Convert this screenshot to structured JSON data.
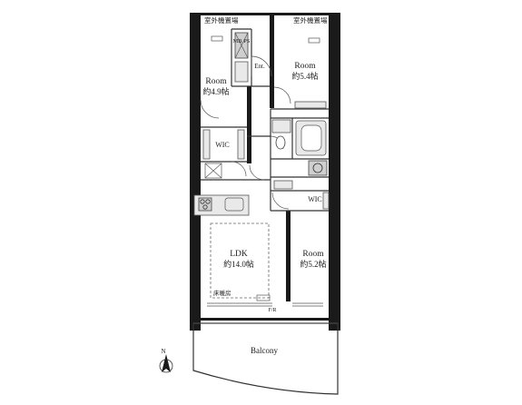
{
  "labels": {
    "outdoor_unit_left": "室外機置場",
    "outdoor_unit_right": "室外機置場",
    "ms": "MB\nPS",
    "ent": "Ent.",
    "room_nw_name": "Room",
    "room_nw_size": "約4.9帖",
    "room_ne_name": "Room",
    "room_ne_size": "約5.4帖",
    "wic_left": "WIC",
    "wic_right": "WIC",
    "ldk_name": "LDK",
    "ldk_size": "約14.0帖",
    "room_se_name": "Room",
    "room_se_size": "約5.2帖",
    "floor_heating": "床暖房",
    "balcony": "Balcony",
    "north": "N",
    "fr": "F/R"
  },
  "colors": {
    "wall": "#1a1a1a",
    "fixture": "#e9e9e9",
    "background": "#ffffff"
  }
}
